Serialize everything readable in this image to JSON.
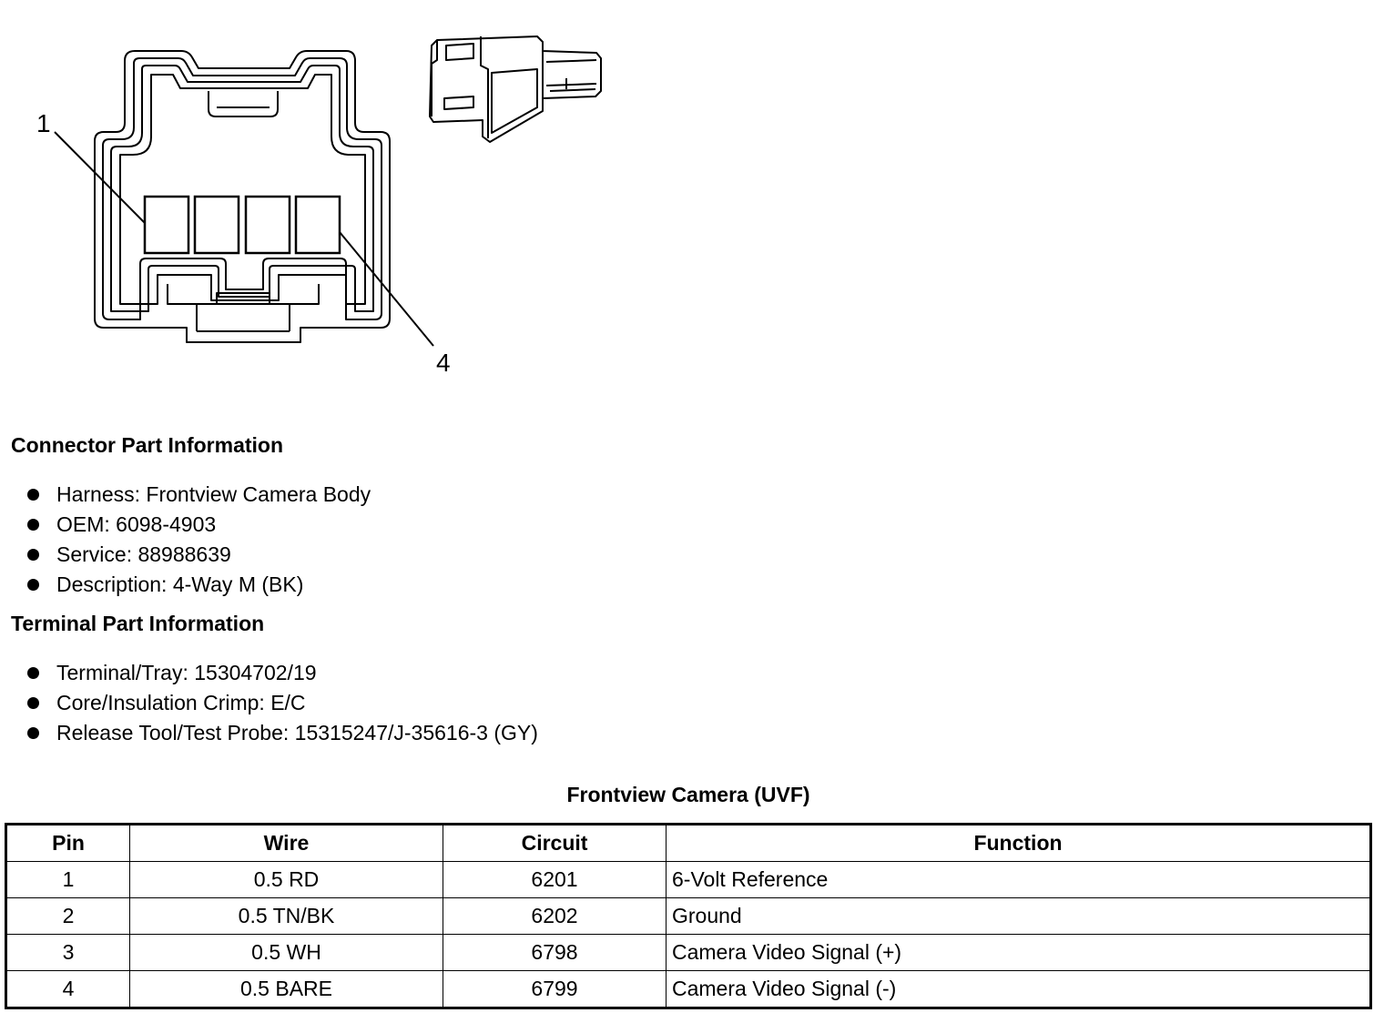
{
  "diagram": {
    "label_pin_first": "1",
    "label_pin_last": "4"
  },
  "connector_info": {
    "heading": "Connector Part Information",
    "items": [
      "Harness: Frontview Camera Body",
      "OEM: 6098-4903",
      "Service: 88988639",
      "Description: 4-Way M (BK)"
    ]
  },
  "terminal_info": {
    "heading": "Terminal Part Information",
    "items": [
      "Terminal/Tray: 15304702/19",
      "Core/Insulation Crimp: E/C",
      "Release Tool/Test Probe: 15315247/J-35616-3 (GY)"
    ]
  },
  "pin_table": {
    "title": "Frontview Camera (UVF)",
    "headers": [
      "Pin",
      "Wire",
      "Circuit",
      "Function"
    ],
    "rows": [
      [
        "1",
        "0.5 RD",
        "6201",
        "6-Volt Reference"
      ],
      [
        "2",
        "0.5 TN/BK",
        "6202",
        "Ground"
      ],
      [
        "3",
        "0.5 WH",
        "6798",
        "Camera Video Signal (+)"
      ],
      [
        "4",
        "0.5 BARE",
        "6799",
        "Camera Video Signal (-)"
      ]
    ]
  }
}
